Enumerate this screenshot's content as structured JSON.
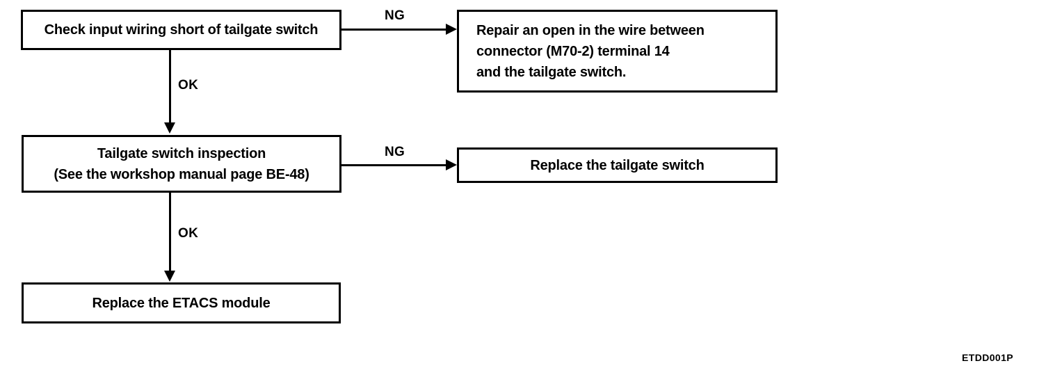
{
  "diagram": {
    "type": "troubleshooting-flowchart",
    "figure_code": "ETDD001P",
    "nodes": {
      "check_wiring": {
        "lines": [
          "Check input wiring short of tailgate switch"
        ]
      },
      "repair_open": {
        "lines": [
          "Repair an open in the wire between",
          "connector (M70-2) terminal 14",
          "and the tailgate switch."
        ]
      },
      "switch_inspection": {
        "lines": [
          "Tailgate switch inspection",
          "(See the workshop manual page BE-48)"
        ]
      },
      "replace_switch": {
        "lines": [
          "Replace the tailgate switch"
        ]
      },
      "replace_etacs": {
        "lines": [
          "Replace the ETACS module"
        ]
      }
    },
    "edges": {
      "ng_1": "NG",
      "ng_2": "NG",
      "ok_1": "OK",
      "ok_2": "OK"
    },
    "colors": {
      "stroke": "#000000",
      "background": "#ffffff",
      "text": "#000000"
    }
  }
}
